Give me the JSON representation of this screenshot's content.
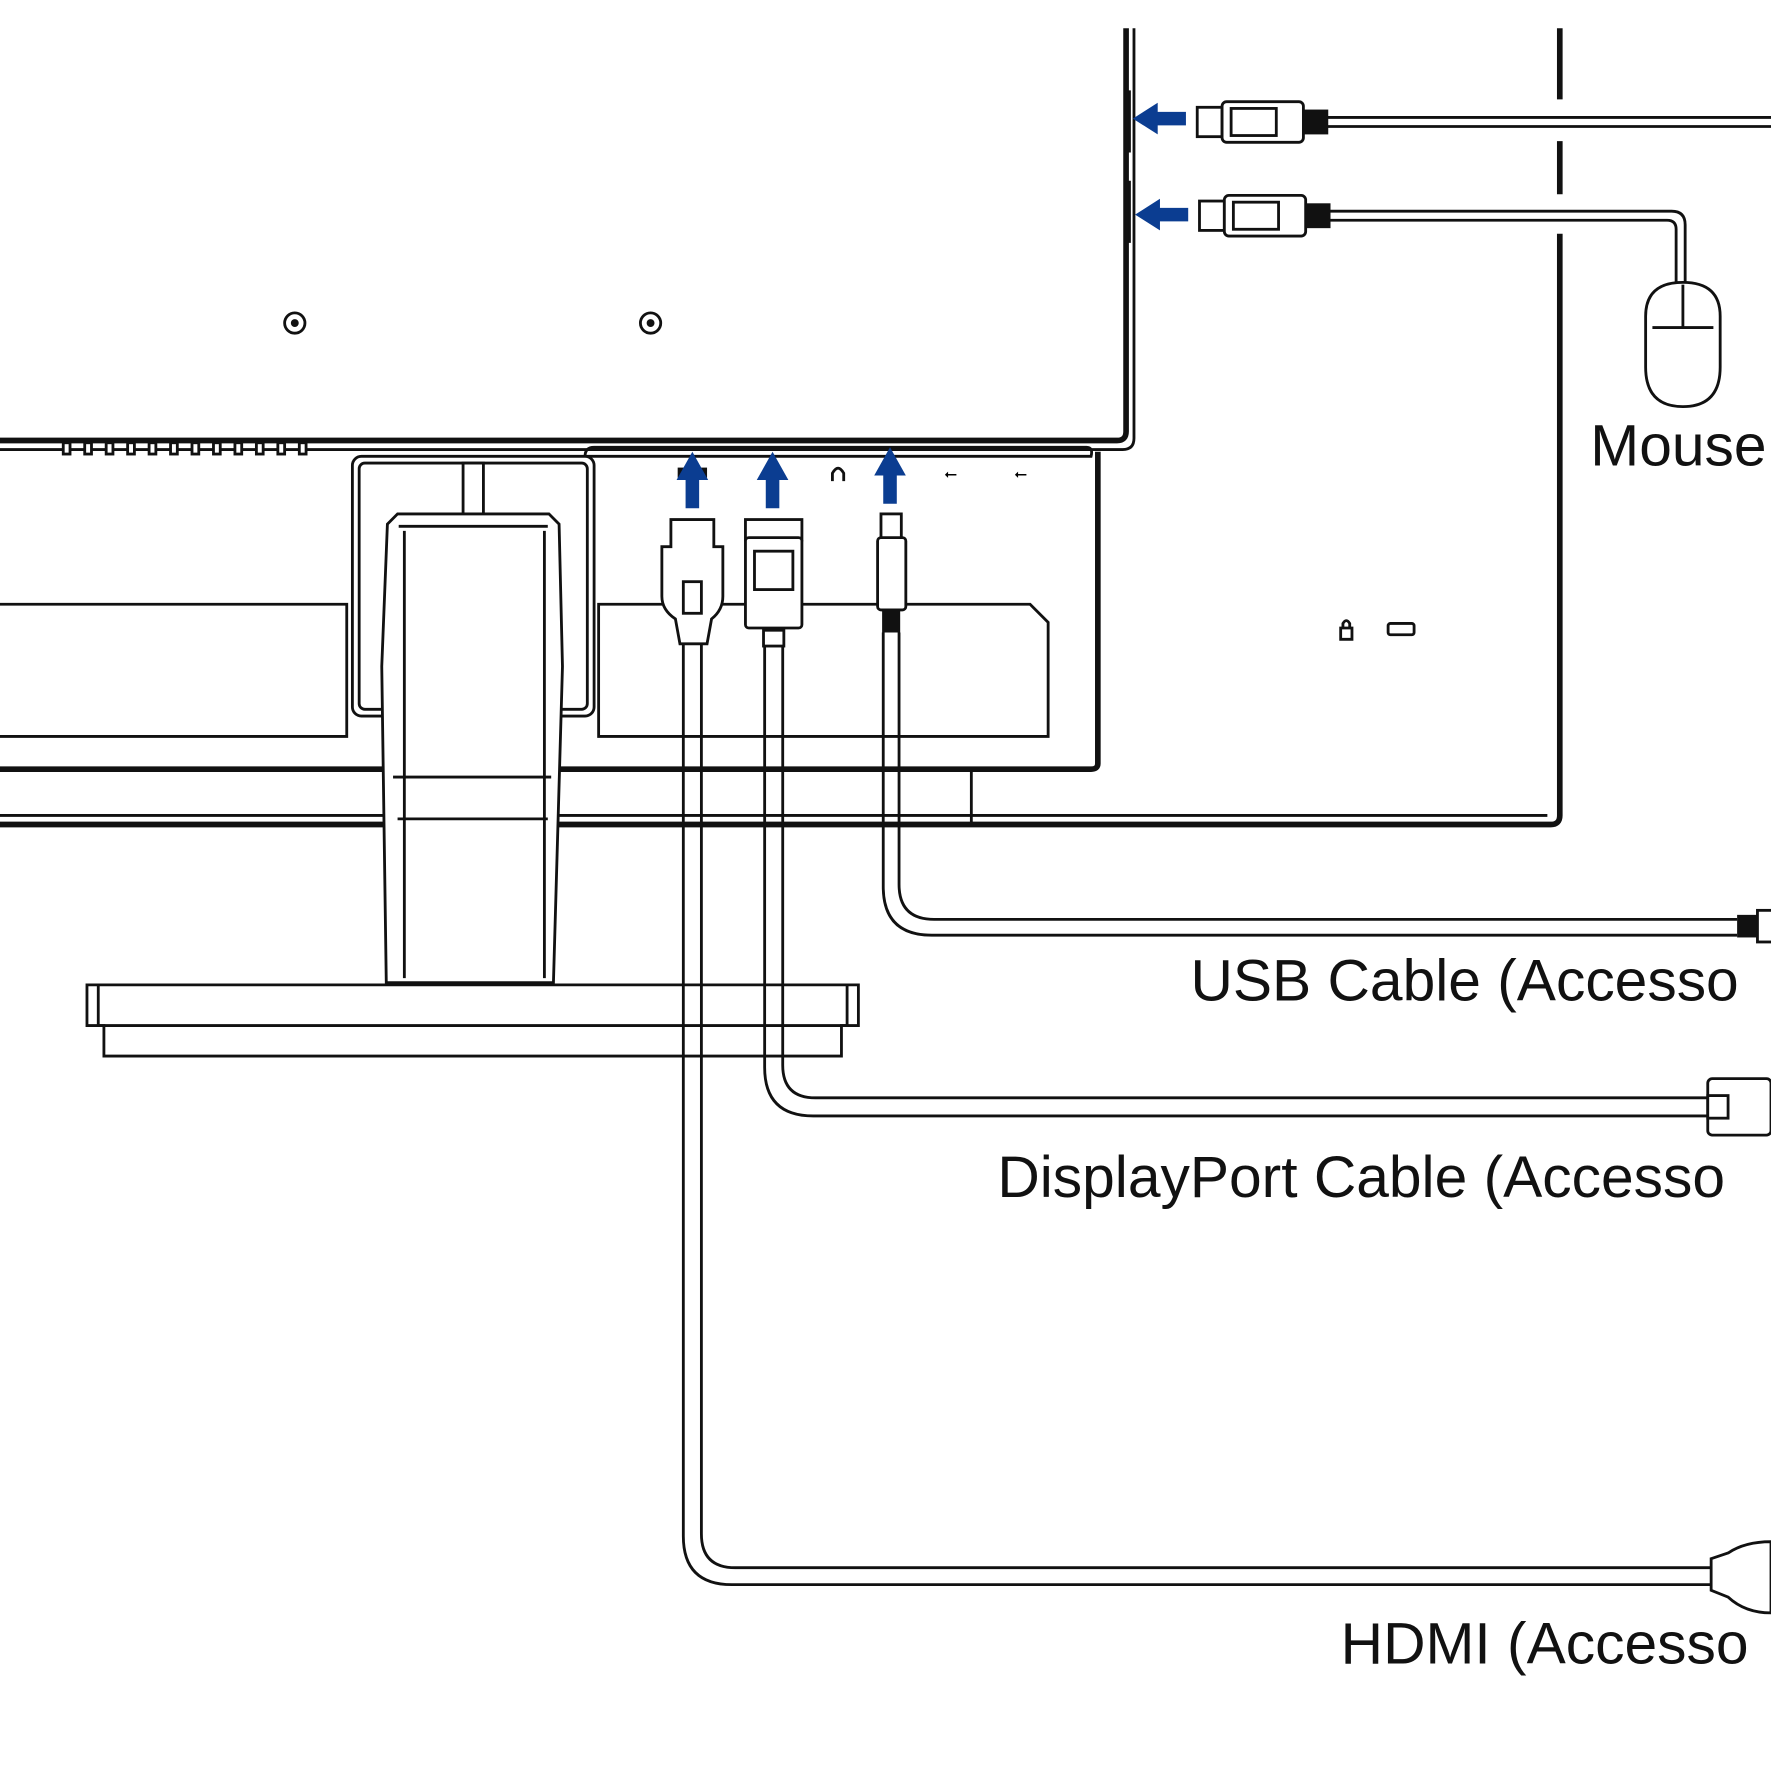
{
  "labels": {
    "mouse": "Mouse",
    "usb_cable": "USB Cable (Accesso",
    "displayport_cable": "DisplayPort Cable (Accesso",
    "hdmi_cable": "HDMI (Accesso"
  },
  "colors": {
    "arrow": "#0b3d91",
    "line": "#111111",
    "background": "#ffffff"
  },
  "icons": [
    "hdmi-port-icon",
    "headphone-icon",
    "usb-port-icon",
    "usb-port-icon",
    "lock-icon",
    "kensington-slot-icon",
    "arrow-up-icon",
    "arrow-left-icon",
    "mouse-icon"
  ]
}
